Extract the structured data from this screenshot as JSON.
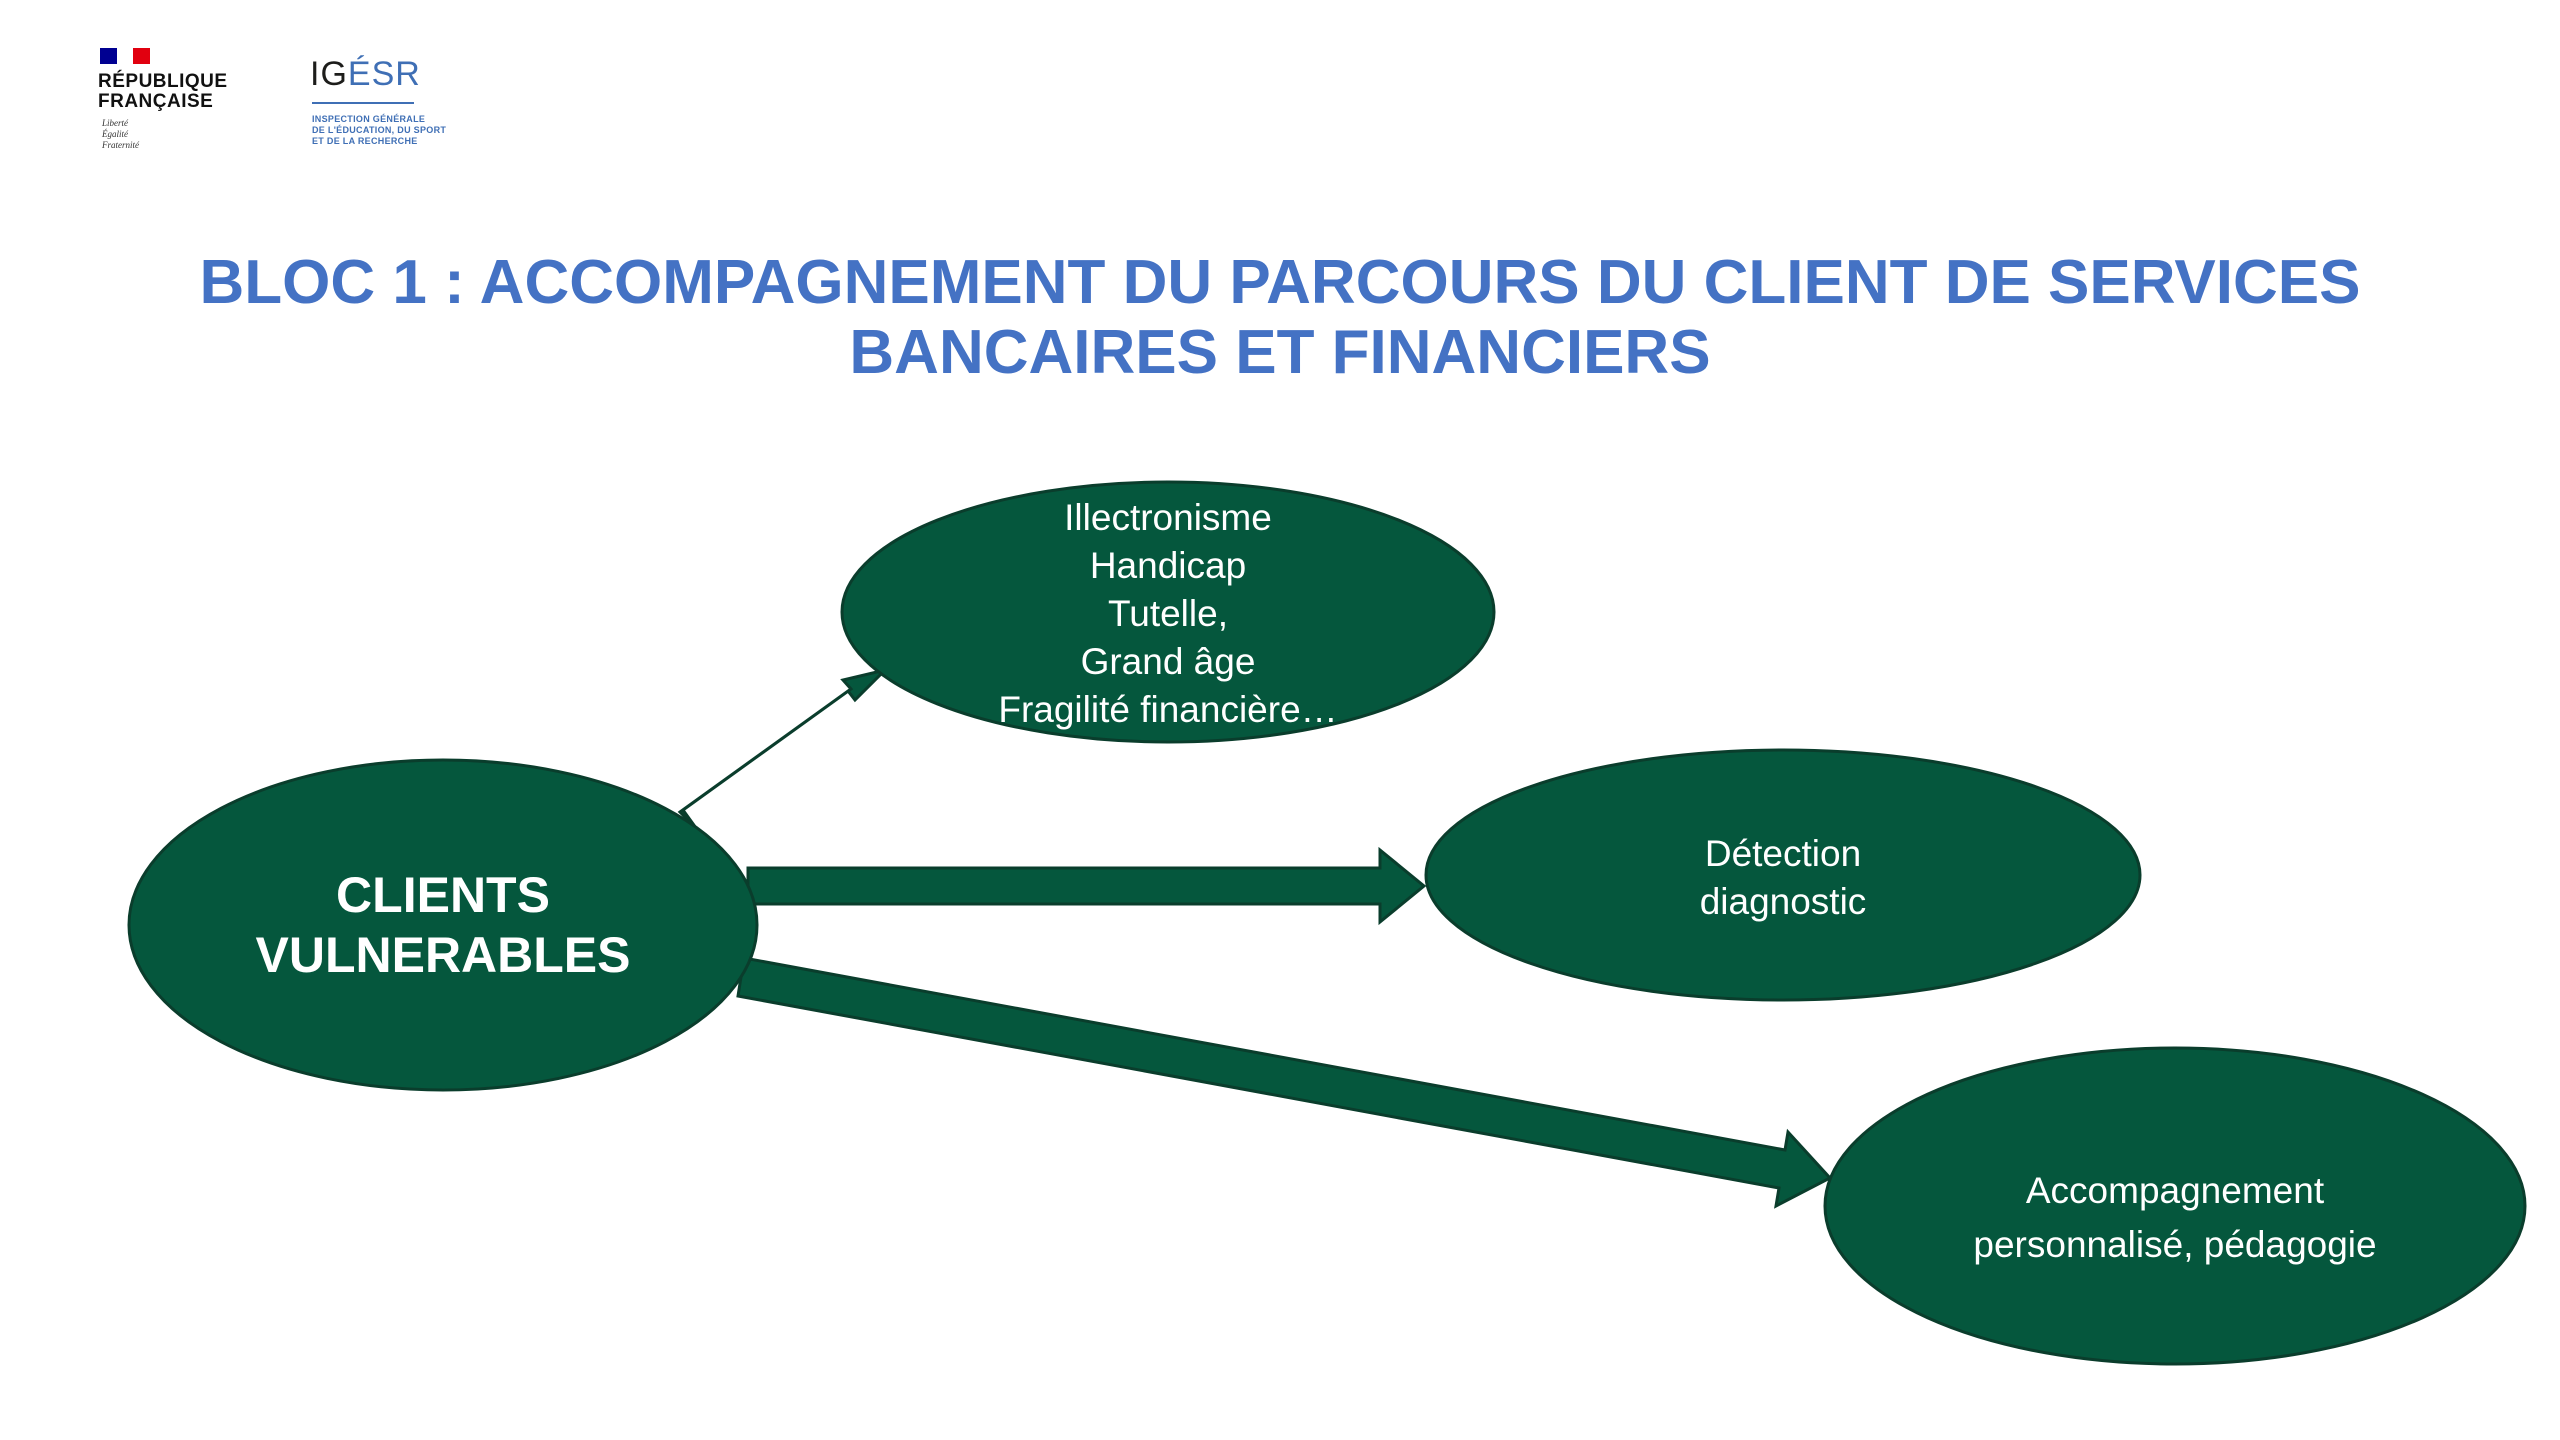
{
  "logos": {
    "rf": {
      "title": "RÉPUBLIQUE\nFRANÇAISE",
      "motto": "Liberté\nÉgalité\nFraternité",
      "flag_colors": [
        "#000091",
        "#ffffff",
        "#e1000f"
      ]
    },
    "igesr": {
      "name_part1": "IG",
      "name_part2": "ÉSR",
      "subtitle": "INSPECTION GÉNÉRALE\nDE L'ÉDUCATION, DU SPORT\nET DE LA RECHERCHE"
    }
  },
  "title": {
    "line1": "BLOC 1 : ACCOMPAGNEMENT DU PARCOURS DU CLIENT DE SERVICES",
    "line2": "BANCAIRES ET FINANCIERS"
  },
  "colors": {
    "title": "#4472c4",
    "node_fill": "#05573d",
    "node_stroke": "#0a3d2c"
  },
  "diagram": {
    "center": {
      "line1": "CLIENTS",
      "line2": "VULNERABLES"
    },
    "vulnerabilities": {
      "lines": [
        "Illectronisme",
        "Handicap",
        "Tutelle,",
        "Grand âge",
        "Fragilité financière…"
      ]
    },
    "detection": {
      "line1": "Détection",
      "line2": "diagnostic"
    },
    "support": {
      "line1": "Accompagnement",
      "line2": "personnalisé, pédagogie"
    }
  }
}
